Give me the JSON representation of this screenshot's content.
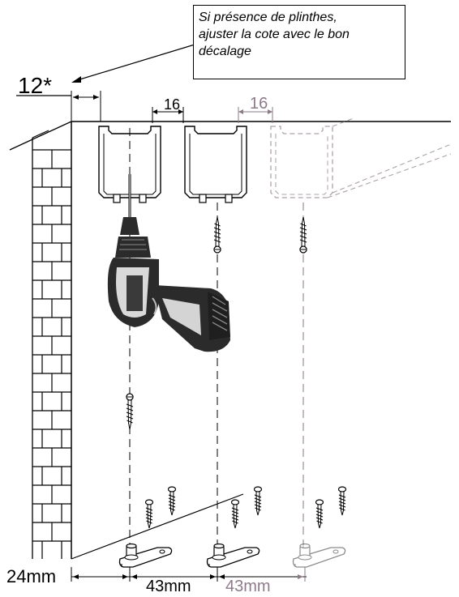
{
  "note": {
    "lines": [
      "Si présence de plinthes,",
      "ajuster la cote avec le bon",
      "décalage"
    ]
  },
  "dimensions": {
    "offset_label": "12*",
    "rail_gap_1": "16",
    "rail_gap_2": "16",
    "bottom_offset": "24mm",
    "bottom_spacing_1": "43mm",
    "bottom_spacing_2": "43mm"
  },
  "colors": {
    "line": "#000000",
    "ghost": "#8a7a86",
    "ghost_label": "#8d7a8a",
    "drill_body": "#2b2b2b"
  },
  "icons": [
    "brick-wall-icon",
    "rail-profile-icon",
    "screw-icon",
    "drill-icon",
    "floor-guide-icon"
  ]
}
